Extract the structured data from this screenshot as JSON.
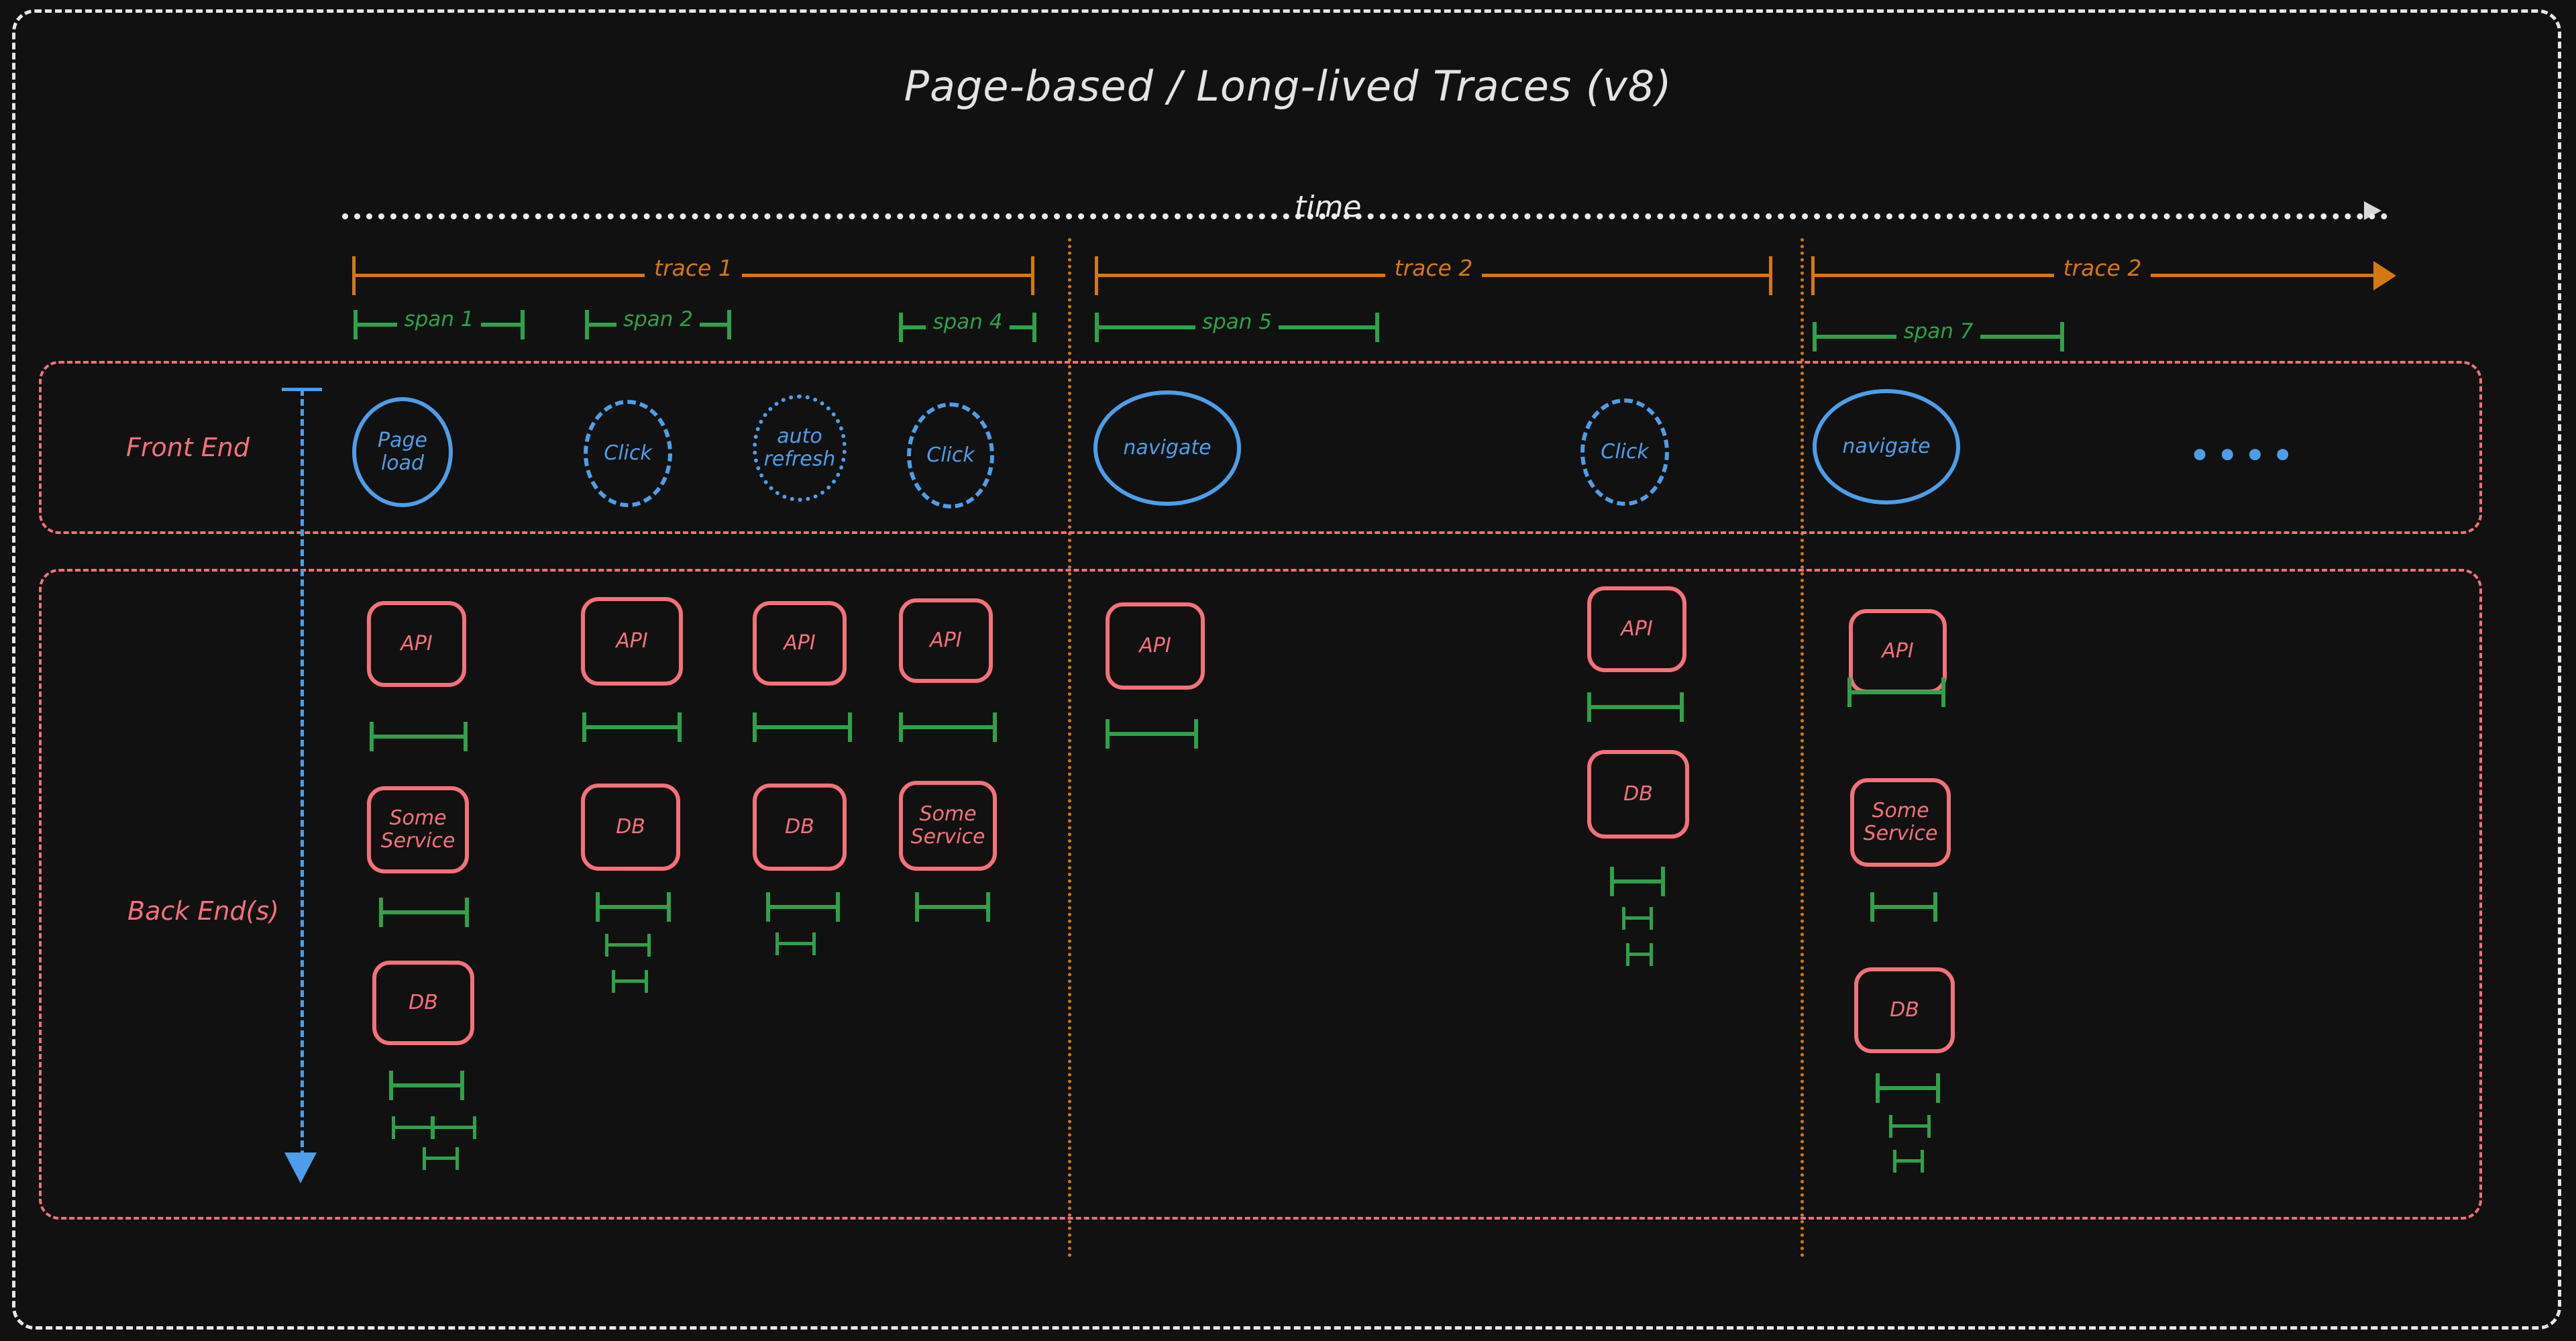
{
  "title": "Page-based / Long-lived Traces (v8)",
  "time_axis": {
    "label": "time"
  },
  "colors": {
    "background": "#111111",
    "frame": "#e8e8e8",
    "trace": "#d4790f",
    "span": "#2fa14a",
    "frontend": "#4d9ee8",
    "backend": "#f4717a",
    "title_text": "#e3e3e3"
  },
  "traces": [
    {
      "label": "trace 1",
      "arrow": false
    },
    {
      "label": "trace 2",
      "arrow": false
    },
    {
      "label": "trace 2",
      "arrow": true
    }
  ],
  "timeline_spans": [
    {
      "label": "span 1"
    },
    {
      "label": "span 2"
    },
    {
      "label": "span 4"
    },
    {
      "label": "span 5"
    },
    {
      "label": "span 7"
    }
  ],
  "frontend": {
    "label": "Front End",
    "events": [
      {
        "label": "Page load",
        "style": "solid"
      },
      {
        "label": "Click",
        "style": "dashed"
      },
      {
        "label": "auto refresh",
        "style": "dotted"
      },
      {
        "label": "Click",
        "style": "dashed"
      },
      {
        "label": "navigate",
        "style": "solid"
      },
      {
        "label": "Click",
        "style": "dashed"
      },
      {
        "label": "navigate",
        "style": "solid"
      }
    ],
    "continuation": "••••"
  },
  "backend": {
    "label": "Back End(s)",
    "columns": [
      {
        "services": [
          "API",
          "Some Service",
          "DB"
        ]
      },
      {
        "services": [
          "API",
          "DB"
        ]
      },
      {
        "services": [
          "API",
          "DB"
        ]
      },
      {
        "services": [
          "API",
          "Some Service"
        ]
      },
      {
        "services": [
          "API"
        ]
      },
      {
        "services": [
          "API",
          "DB"
        ]
      },
      {
        "services": [
          "API",
          "Some Service",
          "DB"
        ]
      }
    ]
  },
  "service_labels": {
    "api": "API",
    "some_service": "Some Service",
    "db": "DB"
  }
}
